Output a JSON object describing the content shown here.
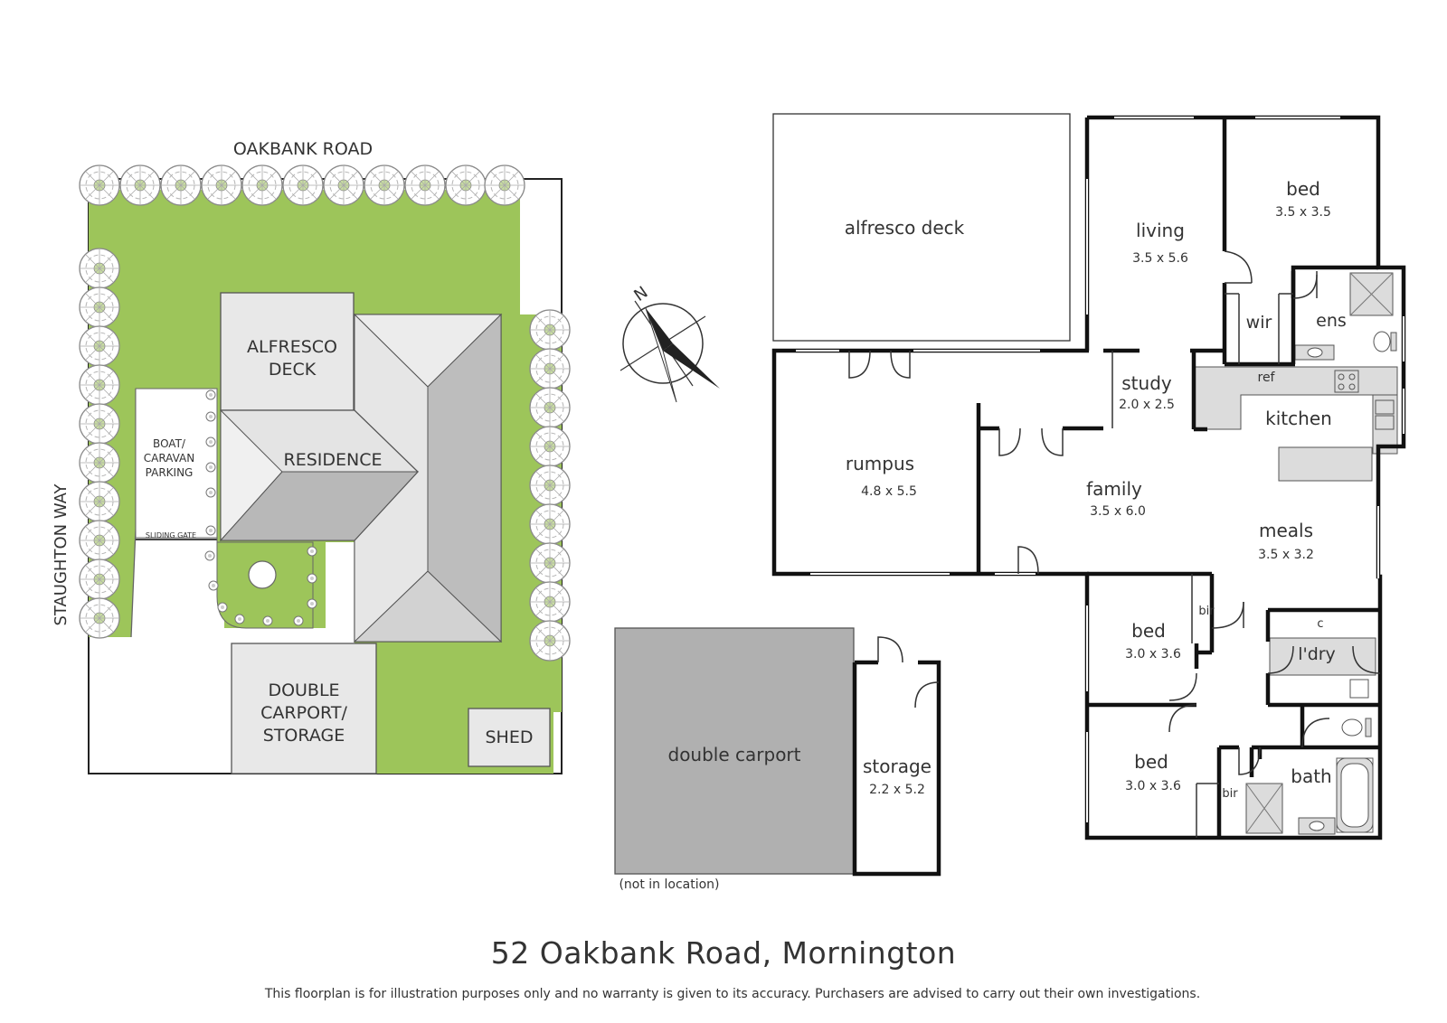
{
  "site": {
    "road_top": "OAKBANK ROAD",
    "road_left": "STAUGHTON WAY",
    "alfresco": [
      "ALFRESCO",
      "DECK"
    ],
    "residence": "RESIDENCE",
    "boat": [
      "BOAT/",
      "CARAVAN",
      "PARKING"
    ],
    "sliding_gate": "SLIDING GATE",
    "carport": [
      "DOUBLE",
      "CARPORT/",
      "STORAGE"
    ],
    "shed": "SHED"
  },
  "compass": {
    "letter": "N"
  },
  "rooms": {
    "alfresco_deck": {
      "name": "alfresco deck"
    },
    "living": {
      "name": "living",
      "dims": "3.5 x 5.6"
    },
    "bed_main": {
      "name": "bed",
      "dims": "3.5 x 3.5"
    },
    "wir": {
      "name": "wir"
    },
    "ens": {
      "name": "ens"
    },
    "study": {
      "name": "study",
      "dims": "2.0 x 2.5"
    },
    "ref": {
      "name": "ref"
    },
    "kitchen": {
      "name": "kitchen"
    },
    "rumpus": {
      "name": "rumpus",
      "dims": "4.8 x 5.5"
    },
    "family": {
      "name": "family",
      "dims": "3.5 x 6.0"
    },
    "meals": {
      "name": "meals",
      "dims": "3.5 x 3.2"
    },
    "bed2": {
      "name": "bed",
      "dims": "3.0 x 3.6",
      "robe": "bir"
    },
    "bed3": {
      "name": "bed",
      "dims": "3.0 x 3.6",
      "robe": "bir"
    },
    "linen": {
      "name": "c"
    },
    "laundry": {
      "name": "l'dry"
    },
    "bath": {
      "name": "bath"
    },
    "double_carport": {
      "name": "double carport",
      "note": "(not in location)"
    },
    "storage": {
      "name": "storage",
      "dims": "2.2 x 5.2"
    }
  },
  "title": "52 Oakbank Road, Mornington",
  "disclaimer": "This floorplan is for illustration purposes only and no warranty is given to its accuracy. Purchasers are advised to carry out their own investigations.",
  "colors": {
    "lawn": "#9dc55a",
    "building": "#e8e8e8",
    "roof_light": "#e5e5e5",
    "roof_dark": "#b5b5b5",
    "carport_fill": "#b0b0b0",
    "fixture": "#dcdcdc",
    "wall": "#111111"
  }
}
